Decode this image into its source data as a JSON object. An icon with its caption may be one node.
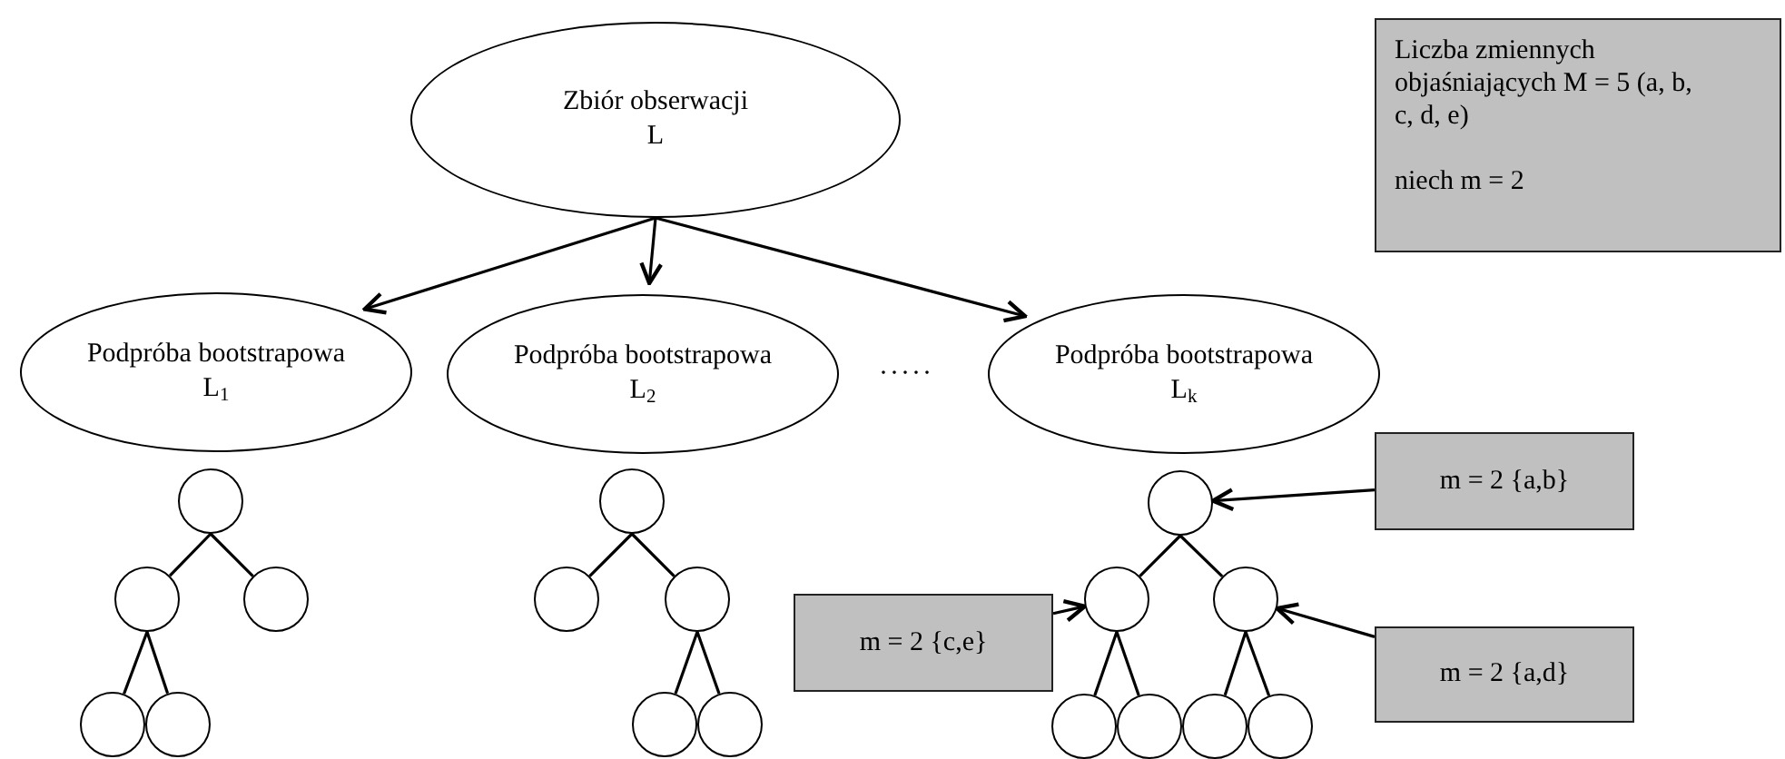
{
  "diagram": {
    "nodes": [
      {
        "text": [
          "Zbiór obserwacji L"
        ]
      },
      {
        "text": [
          "Liczba zmiennych objaśniających M = 5 (a, b, c, d, e)",
          "niech m = 2"
        ]
      },
      {
        "text": [
          "Podpróba bootstrapowa L$_{1}$"
        ]
      },
      {
        "text": [
          "Podpróba bootstrapowa L$_{2}$"
        ]
      },
      {
        "text": [
          "Podpróba bootstrapowa L$_{k}$"
        ]
      },
      {
        "text": [],
        "shape": "circle"
      },
      {
        "text": [],
        "shape": "circle"
      },
      {
        "text": [],
        "shape": "circle"
      },
      {
        "text": [],
        "shape": "circle"
      },
      {
        "text": [],
        "shape": "circle"
      },
      {
        "text": [],
        "shape": "circle"
      },
      {
        "text": [],
        "shape": "circle"
      },
      {
        "text": [],
        "shape": "circle"
      },
      {
        "text": [],
        "shape": "circle"
      },
      {
        "text": [],
        "shape": "circle"
      },
      {
        "text": [],
        "shape": "circle"
      },
      {
        "text": [],
        "shape": "circle"
      },
      {
        "text": [],
        "shape": "circle"
      },
      {
        "text": [],
        "shape": "circle"
      },
      {
        "text": [],
        "shape": "circle"
      },
      {
        "text": [],
        "shape": "circle"
      },
      {
        "text": [],
        "shape": "circle"
      },
      {
        "text": [
          "m = 2  {a,b}"
        ]
      },
      {
        "text": [
          "m = 2  {c,e}"
        ]
      },
      {
        "text": [
          "m = 2  {a,d}"
        ]
      }
    ],
    "edges": [
      {
        "from": 0,
        "to": 2,
        "arrow": "to"
      },
      {
        "from": 0,
        "to": 3,
        "arrow": "to"
      },
      {
        "from": 0,
        "to": 4,
        "arrow": "to"
      },
      {
        "from": 5,
        "to": 6,
        "arrow": "none"
      },
      {
        "from": 5,
        "to": 7,
        "arrow": "none"
      },
      {
        "from": 6,
        "to": 8,
        "arrow": "none"
      },
      {
        "from": 6,
        "to": 9,
        "arrow": "none"
      },
      {
        "from": 10,
        "to": 11,
        "arrow": "none"
      },
      {
        "from": 10,
        "to": 12,
        "arrow": "none"
      },
      {
        "from": 12,
        "to": 13,
        "arrow": "none"
      },
      {
        "from": 12,
        "to": 14,
        "arrow": "none"
      },
      {
        "from": 15,
        "to": 16,
        "arrow": "none"
      },
      {
        "from": 15,
        "to": 17,
        "arrow": "none"
      },
      {
        "from": 16,
        "to": 18,
        "arrow": "none"
      },
      {
        "from": 16,
        "to": 19,
        "arrow": "none"
      },
      {
        "from": 17,
        "to": 20,
        "arrow": "none"
      },
      {
        "from": 17,
        "to": 21,
        "arrow": "none"
      },
      {
        "from": 22,
        "to": 15,
        "arrow": "to"
      },
      {
        "from": 23,
        "to": 16,
        "arrow": "to"
      },
      {
        "from": 24,
        "to": 17,
        "arrow": "to"
      }
    ],
    "labels": [
      "·····"
    ]
  }
}
